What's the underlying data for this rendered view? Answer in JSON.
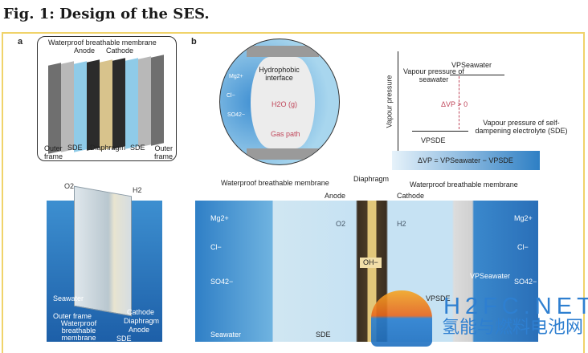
{
  "figure": {
    "title": "Fig. 1: Design of the SES."
  },
  "panel_a": {
    "label": "a",
    "exploded_labels": {
      "membrane": "Waterproof breathable membrane",
      "anode": "Anode",
      "cathode": "Cathode",
      "outer_frame_left": "Outer frame",
      "sde_left": "SDE",
      "diaphragm": "Diaphragm",
      "sde_right": "SDE",
      "outer_frame_right": "Outer frame"
    },
    "gases": {
      "o2": "O2",
      "h2": "H2"
    },
    "seawater": "Seawater",
    "device_labels": {
      "outer_frame": "Outer frame",
      "membrane": "Waterproof breathable membrane",
      "sde": "SDE",
      "cathode": "Cathode",
      "diaphragm": "Diaphragm",
      "anode": "Anode"
    }
  },
  "panel_b": {
    "label": "b",
    "inset": {
      "interface": "Hydrophobic interface",
      "vapour": "H2O (g)",
      "gas_path": "Gas path",
      "ions": [
        "Mg2+",
        "Cl−",
        "SO42−"
      ]
    },
    "graph": {
      "ylabel": "Vapour pressure",
      "vp_seawater": "VPSeawater",
      "seawater_desc": "Vapour pressure of seawater",
      "delta": "ΔVP > 0",
      "sde_desc": "Vapour pressure of self-dampening electrolyte (SDE)",
      "vp_sde": "VPSDE",
      "formula": "ΔVP = VPSeawater − VPSDE"
    },
    "cross_section": {
      "membrane_left": "Waterproof breathable membrane",
      "diaphragm": "Diaphragm",
      "anode": "Anode",
      "cathode": "Cathode",
      "membrane_right": "Waterproof breathable membrane",
      "o2": "O2",
      "h2": "H2",
      "oh": "OH−",
      "vp_seawater": "VPSeawater",
      "vp_sde": "VPSDE",
      "sde": "SDE",
      "seawater": "Seawater",
      "ions_left": [
        "Mg2+",
        "Cl−",
        "SO42−"
      ],
      "ions_right": [
        "Mg2+",
        "Cl−",
        "SO42−"
      ]
    }
  },
  "watermark": {
    "brand": "H2FC.NET",
    "chinese": "氢能与燃料电池网"
  }
}
